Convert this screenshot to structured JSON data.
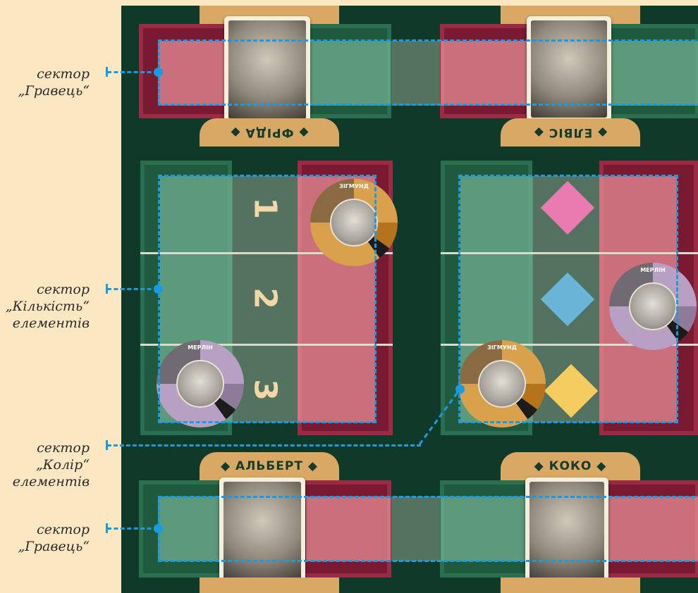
{
  "labels": {
    "sector_top": "сектор\n„Гравець“",
    "sector_quantity": "сектор\n„Кількість“\nелементів",
    "sector_color": "сектор\n„Колір“\nелементів",
    "sector_bottom": "сектор\n„Гравець“"
  },
  "players": {
    "frida": "◆ ФРІДА ◆",
    "elvis": "◆ ЕЛВІС ◆",
    "albert": "◆ АЛЬБЕРТ ◆",
    "koko": "◆ КОКО ◆"
  },
  "numbers": [
    "1",
    "2",
    "3"
  ],
  "chips": {
    "zigmund": "ЗІГМУНД",
    "merlin": "МЕРЛІН"
  },
  "colors": {
    "diamond_pink": "#ea7bb0",
    "diamond_blue": "#6ab6d8",
    "diamond_yellow": "#f5cc60",
    "sector_line": "#1a9be0"
  }
}
